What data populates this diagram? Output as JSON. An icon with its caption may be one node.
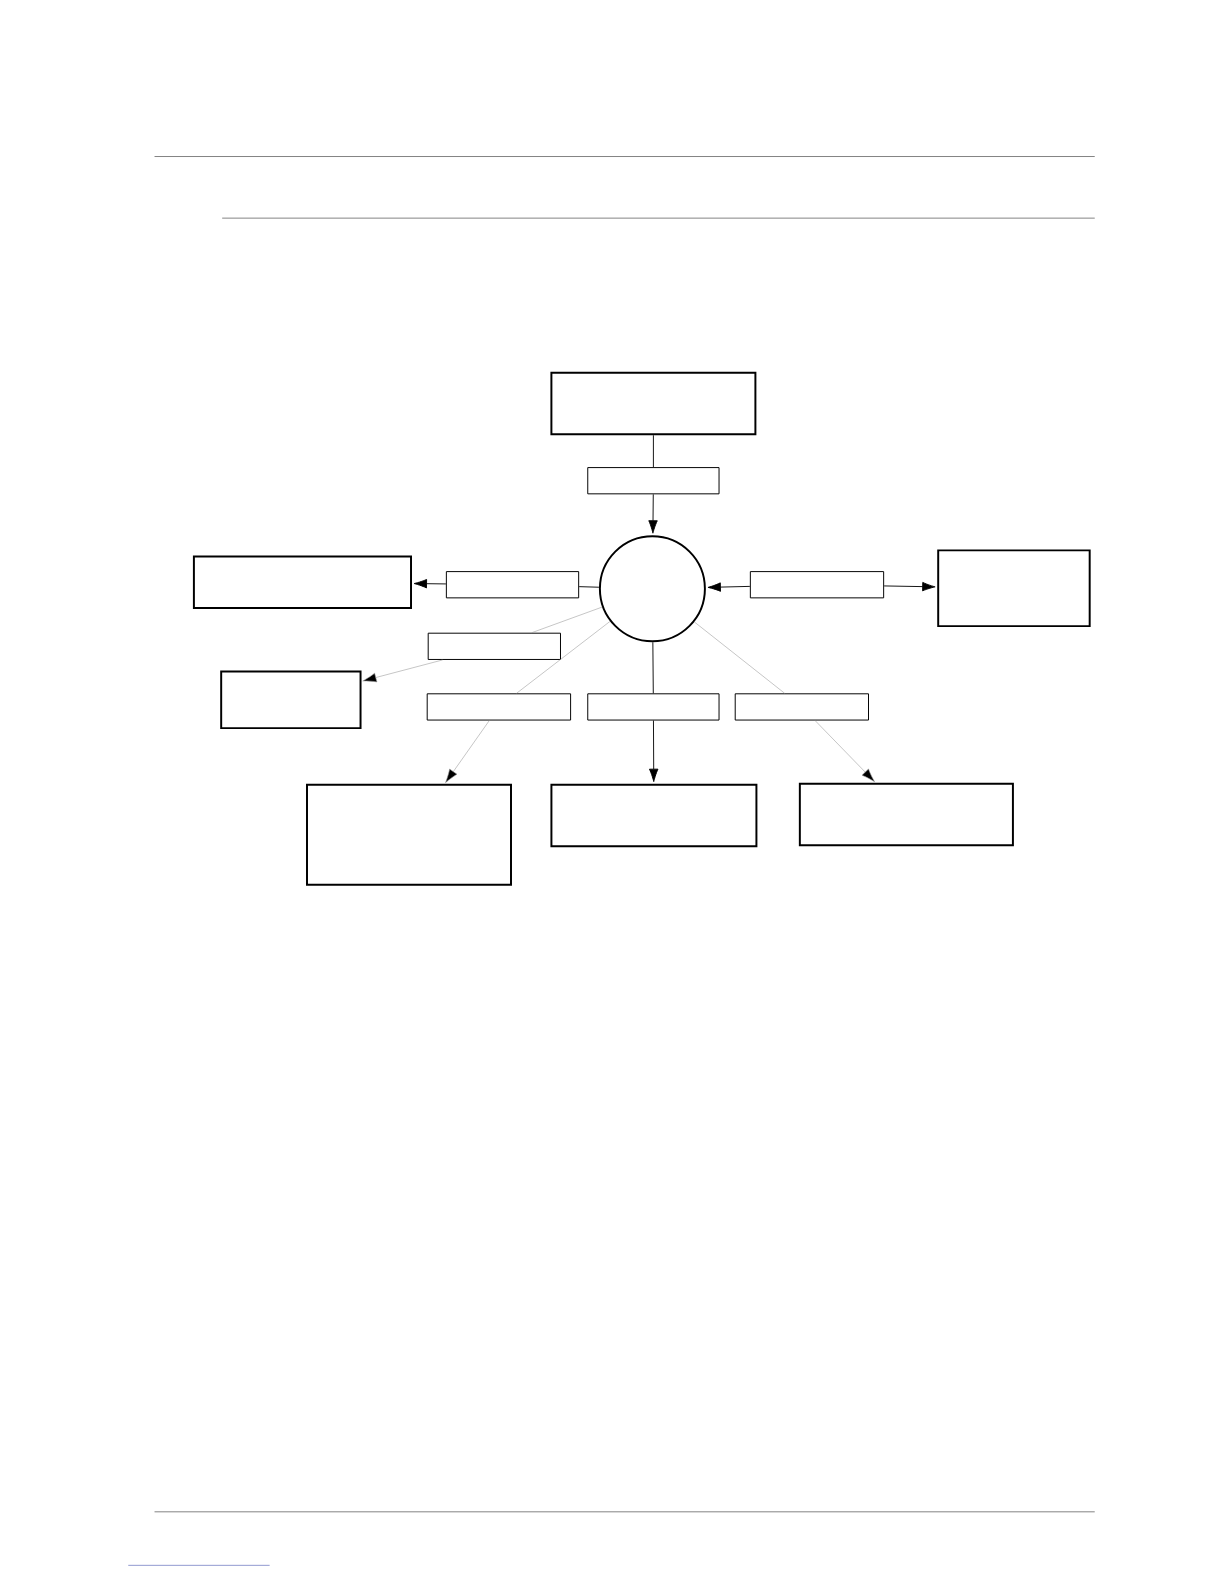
{
  "diagram": {
    "nodes": [
      {
        "text": [],
        "shape": "box"
      },
      {
        "text": [],
        "shape": "box"
      },
      {
        "text": [],
        "shape": "circle"
      },
      {
        "text": [],
        "shape": "box"
      },
      {
        "text": [],
        "shape": "box"
      },
      {
        "text": [],
        "shape": "box"
      },
      {
        "text": [],
        "shape": "box"
      },
      {
        "text": [],
        "shape": "box"
      },
      {
        "text": [],
        "shape": "box"
      },
      {
        "text": [],
        "shape": "box"
      },
      {
        "text": [],
        "shape": "box"
      },
      {
        "text": [],
        "shape": "box"
      },
      {
        "text": [],
        "shape": "box"
      },
      {
        "text": [],
        "shape": "box"
      },
      {
        "text": [],
        "shape": "box"
      }
    ],
    "edges": [
      {
        "from": 0,
        "to": 1,
        "arrow": "none"
      },
      {
        "from": 1,
        "to": 2,
        "arrow": "to"
      },
      {
        "from": 2,
        "to": 4,
        "arrow": "none"
      },
      {
        "from": 4,
        "to": 3,
        "arrow": "to"
      },
      {
        "from": 5,
        "to": 2,
        "arrow": "to"
      },
      {
        "from": 5,
        "to": 6,
        "arrow": "to"
      },
      {
        "from": 2,
        "to": 7,
        "arrow": "none",
        "color": "#999999"
      },
      {
        "from": 7,
        "to": 8,
        "arrow": "to",
        "color": "#999999"
      },
      {
        "from": 2,
        "to": 9,
        "arrow": "none",
        "color": "#999999"
      },
      {
        "from": 9,
        "to": 12,
        "arrow": "to",
        "color": "#999999"
      },
      {
        "from": 2,
        "to": 10,
        "arrow": "none"
      },
      {
        "from": 10,
        "to": 13,
        "arrow": "to"
      },
      {
        "from": 2,
        "to": 11,
        "arrow": "none",
        "color": "#999999"
      },
      {
        "from": 11,
        "to": 14,
        "arrow": "to",
        "color": "#999999"
      }
    ]
  }
}
